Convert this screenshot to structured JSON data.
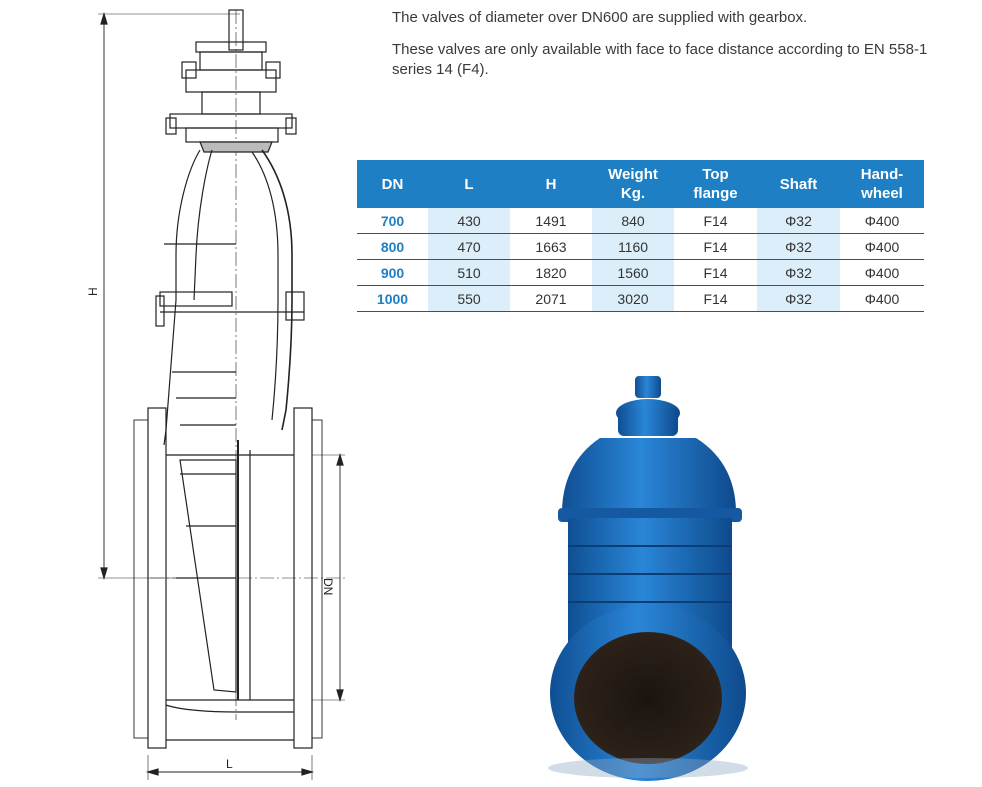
{
  "notes": {
    "line1": "The valves of diameter over DN600 are supplied with gearbox.",
    "line2": "These valves are only available with face to face distance according to EN 558-1 series 14 (F4)."
  },
  "table": {
    "headers": [
      "DN",
      "L",
      "H",
      "Weight Kg.",
      "Top flange",
      "Shaft",
      "Hand-wheel"
    ],
    "rows": [
      [
        "700",
        "430",
        "1491",
        "840",
        "F14",
        "Φ32",
        "Φ400"
      ],
      [
        "800",
        "470",
        "1663",
        "1160",
        "F14",
        "Φ32",
        "Φ400"
      ],
      [
        "900",
        "510",
        "1820",
        "1560",
        "F14",
        "Φ32",
        "Φ400"
      ],
      [
        "1000",
        "550",
        "2071",
        "3020",
        "F14",
        "Φ32",
        "Φ400"
      ]
    ]
  },
  "drawing": {
    "label_h": "H",
    "label_l": "L",
    "label_dn": "DN"
  },
  "colors": {
    "header_bg": "#1f7fc4",
    "shade_bg": "#dceefa",
    "dn_text": "#1f7fc4",
    "valve_blue": "#1c6fc2"
  }
}
